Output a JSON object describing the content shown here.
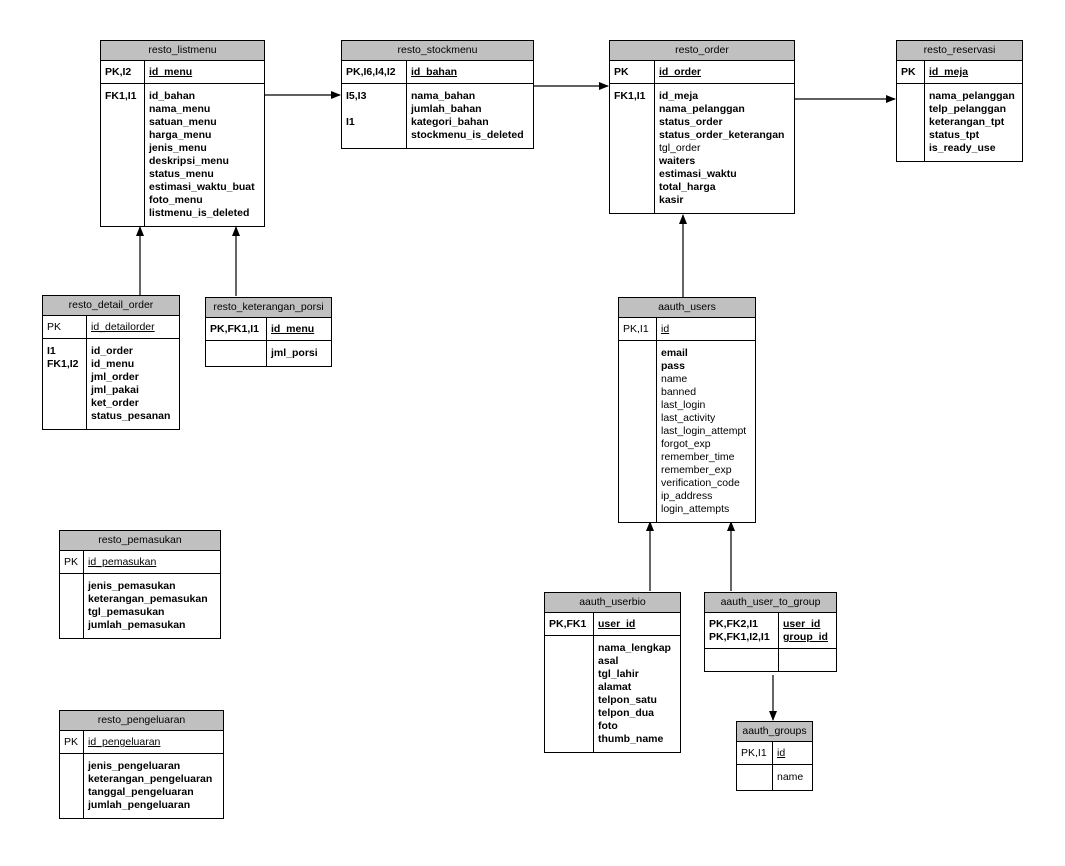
{
  "tables": {
    "resto_listmenu": {
      "title": "resto_listmenu",
      "pk": [
        {
          "key": "PK,I2",
          "field": "id_menu",
          "bold": true
        }
      ],
      "rows": [
        {
          "key": "FK1,I1",
          "field": "id_bahan",
          "bold": true
        },
        {
          "key": "",
          "field": "nama_menu",
          "bold": true
        },
        {
          "key": "",
          "field": "satuan_menu",
          "bold": true
        },
        {
          "key": "",
          "field": "harga_menu",
          "bold": true
        },
        {
          "key": "",
          "field": "jenis_menu",
          "bold": true
        },
        {
          "key": "",
          "field": "deskripsi_menu",
          "bold": true
        },
        {
          "key": "",
          "field": "status_menu",
          "bold": true
        },
        {
          "key": "",
          "field": "estimasi_waktu_buat",
          "bold": true
        },
        {
          "key": "",
          "field": "foto_menu",
          "bold": true
        },
        {
          "key": "",
          "field": "listmenu_is_deleted",
          "bold": true
        }
      ]
    },
    "resto_stockmenu": {
      "title": "resto_stockmenu",
      "pk": [
        {
          "key": "PK,I6,I4,I2",
          "field": "id_bahan",
          "bold": true
        }
      ],
      "rows": [
        {
          "key": "I5,I3",
          "field": "nama_bahan",
          "bold": true
        },
        {
          "key": "",
          "field": "jumlah_bahan",
          "bold": true
        },
        {
          "key": "I1",
          "field": "kategori_bahan",
          "bold": true
        },
        {
          "key": "",
          "field": "stockmenu_is_deleted",
          "bold": true
        }
      ]
    },
    "resto_order": {
      "title": "resto_order",
      "pk": [
        {
          "key": "PK",
          "field": "id_order",
          "bold": true
        }
      ],
      "rows": [
        {
          "key": "FK1,I1",
          "field": "id_meja",
          "bold": true
        },
        {
          "key": "",
          "field": "nama_pelanggan",
          "bold": true
        },
        {
          "key": "",
          "field": "status_order",
          "bold": true
        },
        {
          "key": "",
          "field": "status_order_keterangan",
          "bold": true
        },
        {
          "key": "",
          "field": "tgl_order",
          "bold": false
        },
        {
          "key": "",
          "field": "waiters",
          "bold": true
        },
        {
          "key": "",
          "field": "estimasi_waktu",
          "bold": true
        },
        {
          "key": "",
          "field": "total_harga",
          "bold": true
        },
        {
          "key": "",
          "field": "kasir",
          "bold": true
        }
      ]
    },
    "resto_reservasi": {
      "title": "resto_reservasi",
      "pk": [
        {
          "key": "PK",
          "field": "id_meja",
          "bold": true
        }
      ],
      "rows": [
        {
          "key": "",
          "field": "nama_pelanggan",
          "bold": true
        },
        {
          "key": "",
          "field": "telp_pelanggan",
          "bold": true
        },
        {
          "key": "",
          "field": "keterangan_tpt",
          "bold": true
        },
        {
          "key": "",
          "field": "status_tpt",
          "bold": true
        },
        {
          "key": "",
          "field": "is_ready_use",
          "bold": true
        }
      ]
    },
    "resto_detail_order": {
      "title": "resto_detail_order",
      "pk": [
        {
          "key": "PK",
          "field": "id_detailorder",
          "bold": false
        }
      ],
      "rows": [
        {
          "key": "I1",
          "field": "id_order",
          "bold": true
        },
        {
          "key": "FK1,I2",
          "field": "id_menu",
          "bold": true
        },
        {
          "key": "",
          "field": "jml_order",
          "bold": true
        },
        {
          "key": "",
          "field": "jml_pakai",
          "bold": true
        },
        {
          "key": "",
          "field": "ket_order",
          "bold": true
        },
        {
          "key": "",
          "field": "status_pesanan",
          "bold": true
        }
      ]
    },
    "resto_keterangan_porsi": {
      "title": "resto_keterangan_porsi",
      "pk": [
        {
          "key": "PK,FK1,I1",
          "field": "id_menu",
          "bold": true
        }
      ],
      "rows": [
        {
          "key": "",
          "field": "jml_porsi",
          "bold": true
        }
      ]
    },
    "aauth_users": {
      "title": "aauth_users",
      "pk": [
        {
          "key": "PK,I1",
          "field": "id",
          "bold": false
        }
      ],
      "rows": [
        {
          "key": "",
          "field": "email",
          "bold": true
        },
        {
          "key": "",
          "field": "pass",
          "bold": true
        },
        {
          "key": "",
          "field": "name",
          "bold": false
        },
        {
          "key": "",
          "field": "banned",
          "bold": false
        },
        {
          "key": "",
          "field": "last_login",
          "bold": false
        },
        {
          "key": "",
          "field": "last_activity",
          "bold": false
        },
        {
          "key": "",
          "field": "last_login_attempt",
          "bold": false
        },
        {
          "key": "",
          "field": "forgot_exp",
          "bold": false
        },
        {
          "key": "",
          "field": "remember_time",
          "bold": false
        },
        {
          "key": "",
          "field": "remember_exp",
          "bold": false
        },
        {
          "key": "",
          "field": "verification_code",
          "bold": false
        },
        {
          "key": "",
          "field": "ip_address",
          "bold": false
        },
        {
          "key": "",
          "field": "login_attempts",
          "bold": false
        }
      ]
    },
    "resto_pemasukan": {
      "title": "resto_pemasukan",
      "pk": [
        {
          "key": "PK",
          "field": "id_pemasukan",
          "bold": false
        }
      ],
      "rows": [
        {
          "key": "",
          "field": "jenis_pemasukan",
          "bold": true
        },
        {
          "key": "",
          "field": "keterangan_pemasukan",
          "bold": true
        },
        {
          "key": "",
          "field": "tgl_pemasukan",
          "bold": true
        },
        {
          "key": "",
          "field": "jumlah_pemasukan",
          "bold": true
        }
      ]
    },
    "resto_pengeluaran": {
      "title": "resto_pengeluaran",
      "pk": [
        {
          "key": "PK",
          "field": "id_pengeluaran",
          "bold": false
        }
      ],
      "rows": [
        {
          "key": "",
          "field": "jenis_pengeluaran",
          "bold": true
        },
        {
          "key": "",
          "field": "keterangan_pengeluaran",
          "bold": true
        },
        {
          "key": "",
          "field": "tanggal_pengeluaran",
          "bold": true
        },
        {
          "key": "",
          "field": "jumlah_pengeluaran",
          "bold": true
        }
      ]
    },
    "aauth_userbio": {
      "title": "aauth_userbio",
      "pk": [
        {
          "key": "PK,FK1",
          "field": "user_id",
          "bold": true
        }
      ],
      "rows": [
        {
          "key": "",
          "field": "nama_lengkap",
          "bold": true
        },
        {
          "key": "",
          "field": "asal",
          "bold": true
        },
        {
          "key": "",
          "field": "tgl_lahir",
          "bold": true
        },
        {
          "key": "",
          "field": "alamat",
          "bold": true
        },
        {
          "key": "",
          "field": "telpon_satu",
          "bold": true
        },
        {
          "key": "",
          "field": "telpon_dua",
          "bold": true
        },
        {
          "key": "",
          "field": "foto",
          "bold": true
        },
        {
          "key": "",
          "field": "thumb_name",
          "bold": true
        }
      ]
    },
    "aauth_user_to_group": {
      "title": "aauth_user_to_group",
      "pk": [
        {
          "key": "PK,FK2,I1",
          "field": "user_id",
          "bold": true
        },
        {
          "key": "PK,FK1,I2,I1",
          "field": "group_id",
          "bold": true
        }
      ],
      "rows": []
    },
    "aauth_groups": {
      "title": "aauth_groups",
      "pk": [
        {
          "key": "PK,I1",
          "field": "id",
          "bold": false
        }
      ],
      "rows": [
        {
          "key": "",
          "field": "name",
          "bold": false
        }
      ]
    }
  }
}
